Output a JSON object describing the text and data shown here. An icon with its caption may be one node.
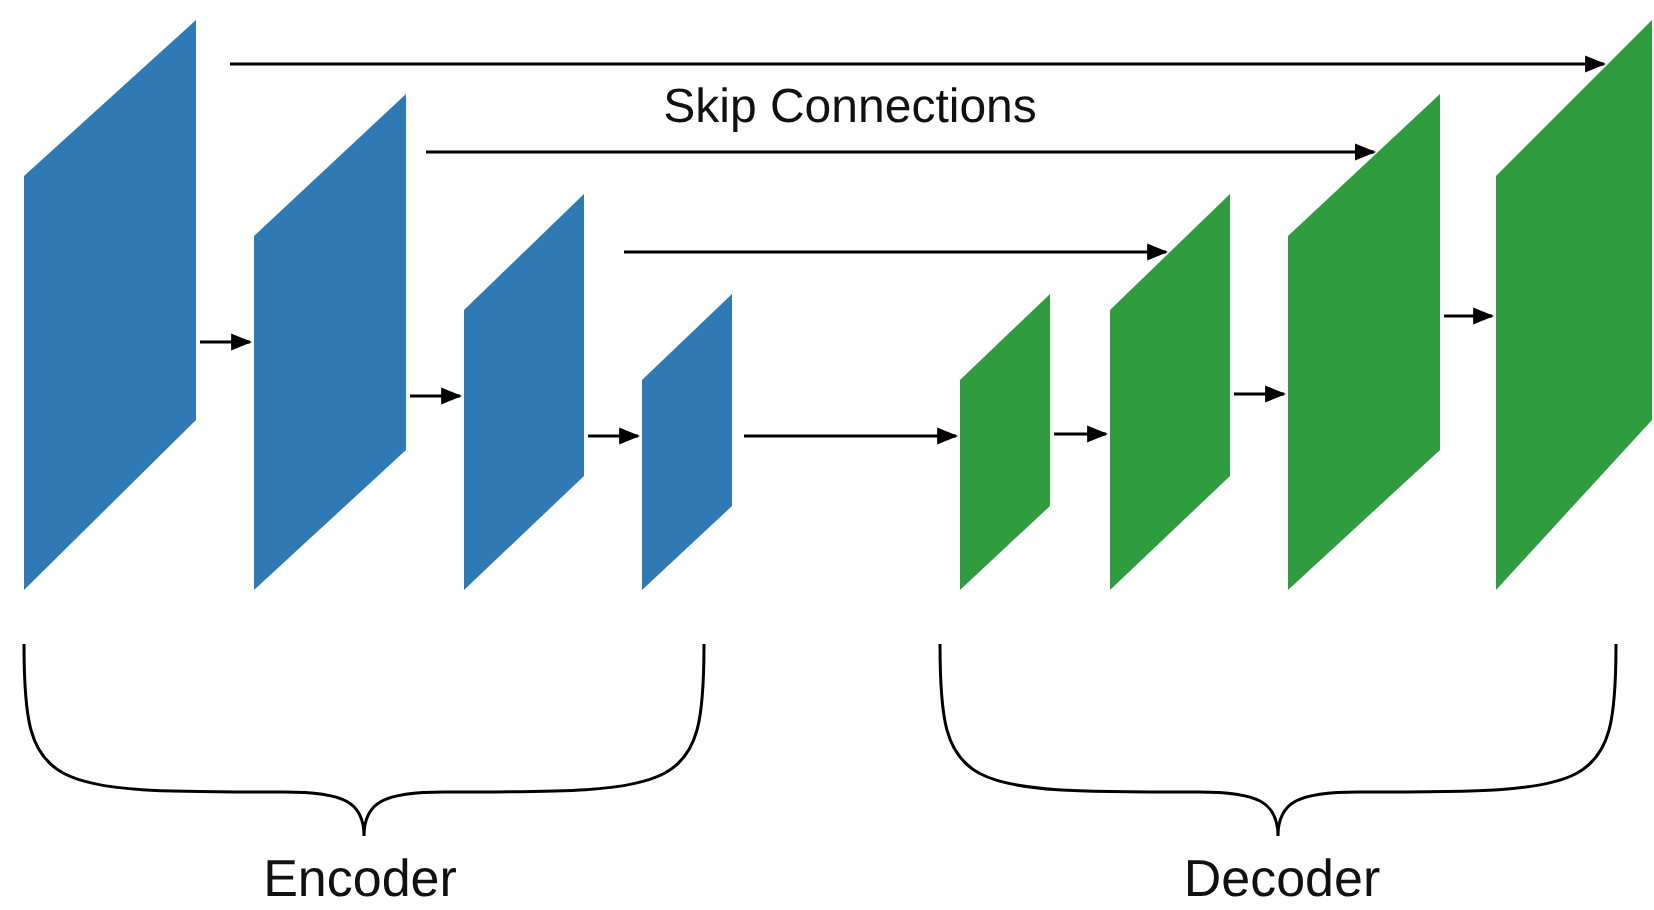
{
  "diagram": {
    "nodes": [
      {
        "text": [],
        "shape": "parallelogram"
      },
      {
        "text": [],
        "shape": "parallelogram"
      },
      {
        "text": [],
        "shape": "parallelogram"
      },
      {
        "text": [],
        "shape": "parallelogram"
      },
      {
        "text": [],
        "shape": "parallelogram"
      },
      {
        "text": [],
        "shape": "parallelogram"
      },
      {
        "text": [],
        "shape": "parallelogram"
      },
      {
        "text": [],
        "shape": "parallelogram"
      }
    ],
    "edges": [
      {
        "from": 0,
        "to": 1,
        "arrow": "to"
      },
      {
        "from": 1,
        "to": 2,
        "arrow": "to"
      },
      {
        "from": 2,
        "to": 3,
        "arrow": "to"
      },
      {
        "from": 3,
        "to": 4,
        "arrow": "to"
      },
      {
        "from": 4,
        "to": 5,
        "arrow": "to"
      },
      {
        "from": 5,
        "to": 6,
        "arrow": "to"
      },
      {
        "from": 6,
        "to": 7,
        "arrow": "to"
      },
      {
        "from": 0,
        "to": 7,
        "arrow": "to"
      },
      {
        "from": 1,
        "to": 6,
        "arrow": "to"
      },
      {
        "from": 2,
        "to": 5,
        "arrow": "to"
      }
    ],
    "labels": [
      "Skip Connections",
      "Encoder",
      "Decoder"
    ]
  }
}
